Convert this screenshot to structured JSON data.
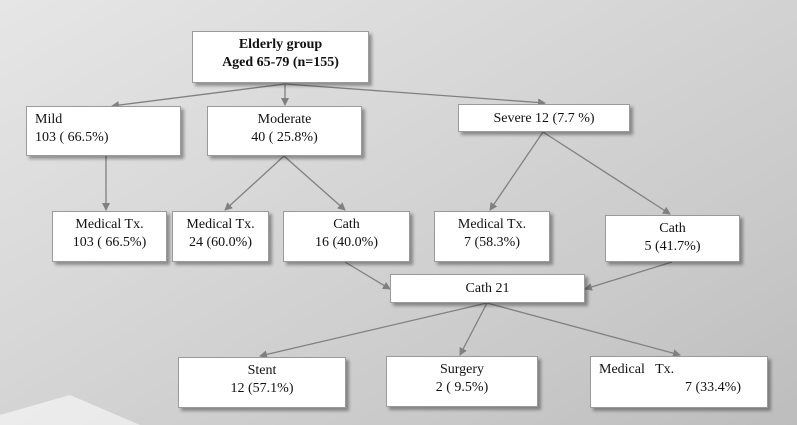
{
  "diagram": {
    "root": {
      "line1": "Elderly group",
      "line2": "Aged 65-79 (n=155)"
    },
    "mild": {
      "line1": "Mild",
      "line2": "103 ( 66.5%)"
    },
    "moderate": {
      "line1": "Moderate",
      "line2": "40 ( 25.8%)"
    },
    "severe": {
      "line1": "Severe 12 (7.7 %)"
    },
    "mild_medical": {
      "line1": "Medical Tx.",
      "line2": "103 ( 66.5%)"
    },
    "moderate_medical": {
      "line1": "Medical Tx.",
      "line2": "24 (60.0%)"
    },
    "moderate_cath": {
      "line1": "Cath",
      "line2": "16 (40.0%)"
    },
    "severe_medical": {
      "line1": "Medical Tx.",
      "line2": "7 (58.3%)"
    },
    "severe_cath": {
      "line1": "Cath",
      "line2": "5 (41.7%)"
    },
    "cath_total": {
      "line1": "Cath 21"
    },
    "stent": {
      "line1": "Stent",
      "line2": "12 (57.1%)"
    },
    "surgery": {
      "line1": "Surgery",
      "line2": "2 ( 9.5%)"
    },
    "cath_medical": {
      "line1": "Medical   Tx.",
      "line2": "7 (33.4%)"
    },
    "colors": {
      "arrow": "#808080",
      "box_border": "#9a9a9a",
      "background": "#d4d4d4"
    }
  }
}
